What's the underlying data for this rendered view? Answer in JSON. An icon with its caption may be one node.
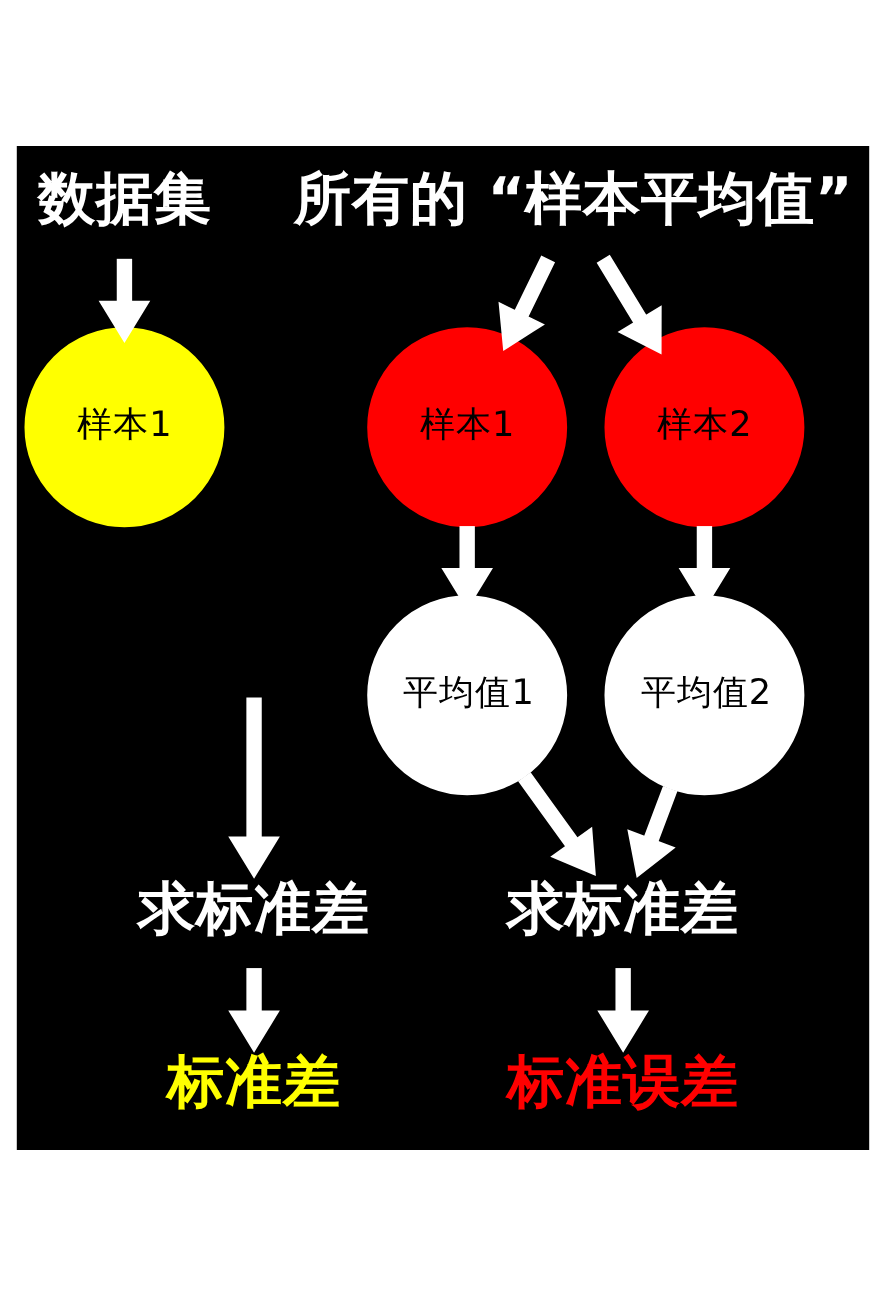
{
  "diagram": {
    "nodes": [
      {
        "text": [
          "数据集"
        ]
      },
      {
        "text": [
          "样本1"
        ]
      },
      {
        "text": [
          "求标准差"
        ]
      },
      {
        "text": [
          "标准差"
        ]
      },
      {
        "text": [
          "所有的 “样本平均值”"
        ]
      },
      {
        "text": [
          "样本1"
        ]
      },
      {
        "text": [
          "样本2"
        ]
      },
      {
        "text": [
          "平均值1"
        ]
      },
      {
        "text": [
          "平均值2"
        ]
      },
      {
        "text": [
          "求标准差"
        ]
      },
      {
        "text": [
          "标准误差"
        ]
      }
    ],
    "edges": [
      {
        "from": 0,
        "to": 1,
        "arrow": "to"
      },
      {
        "from": null,
        "to": 2,
        "arrow": "to"
      },
      {
        "from": 2,
        "to": 3,
        "arrow": "to"
      },
      {
        "from": 4,
        "to": 5,
        "arrow": "to"
      },
      {
        "from": 4,
        "to": 6,
        "arrow": "to"
      },
      {
        "from": 5,
        "to": 7,
        "arrow": "to"
      },
      {
        "from": 6,
        "to": 8,
        "arrow": "to"
      },
      {
        "from": 7,
        "to": 9,
        "arrow": "to"
      },
      {
        "from": 8,
        "to": 9,
        "arrow": "to"
      },
      {
        "from": 9,
        "to": 10,
        "arrow": "to"
      }
    ]
  }
}
